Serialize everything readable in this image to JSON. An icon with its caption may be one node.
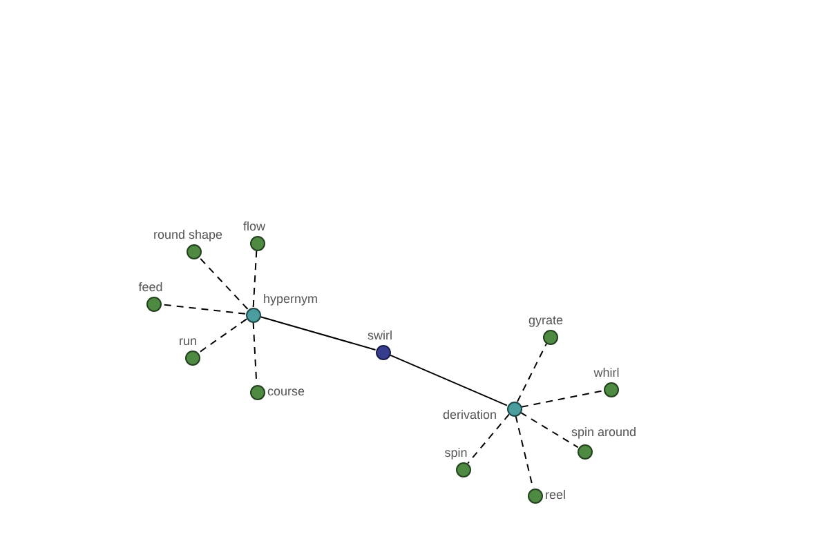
{
  "diagram": {
    "nodes": [
      {
        "text": [
          "round shape"
        ]
      },
      {
        "text": [
          "flow"
        ]
      },
      {
        "text": [
          "feed"
        ]
      },
      {
        "text": [
          "hypernym"
        ]
      },
      {
        "text": [
          "gyrate"
        ]
      },
      {
        "text": [
          "swirl"
        ]
      },
      {
        "text": [
          "run"
        ]
      },
      {
        "text": [
          "whirl"
        ]
      },
      {
        "text": [
          "course"
        ]
      },
      {
        "text": [
          "derivation"
        ]
      },
      {
        "text": [
          "spin around"
        ]
      },
      {
        "text": [
          "spin"
        ]
      },
      {
        "text": [
          "reel"
        ]
      }
    ],
    "edges": [
      {
        "from": 5,
        "to": 3,
        "arrow": "none"
      },
      {
        "from": 5,
        "to": 9,
        "arrow": "none"
      },
      {
        "from": 3,
        "to": 0,
        "arrow": "none",
        "style": "dashed"
      },
      {
        "from": 3,
        "to": 1,
        "arrow": "none",
        "style": "dashed"
      },
      {
        "from": 3,
        "to": 2,
        "arrow": "none",
        "style": "dashed"
      },
      {
        "from": 3,
        "to": 6,
        "arrow": "none",
        "style": "dashed"
      },
      {
        "from": 3,
        "to": 8,
        "arrow": "none",
        "style": "dashed"
      },
      {
        "from": 9,
        "to": 4,
        "arrow": "none",
        "style": "dashed"
      },
      {
        "from": 9,
        "to": 7,
        "arrow": "none",
        "style": "dashed"
      },
      {
        "from": 9,
        "to": 10,
        "arrow": "none",
        "style": "dashed"
      },
      {
        "from": 9,
        "to": 11,
        "arrow": "none",
        "style": "dashed"
      },
      {
        "from": 9,
        "to": 12,
        "arrow": "none",
        "style": "dashed"
      }
    ]
  }
}
